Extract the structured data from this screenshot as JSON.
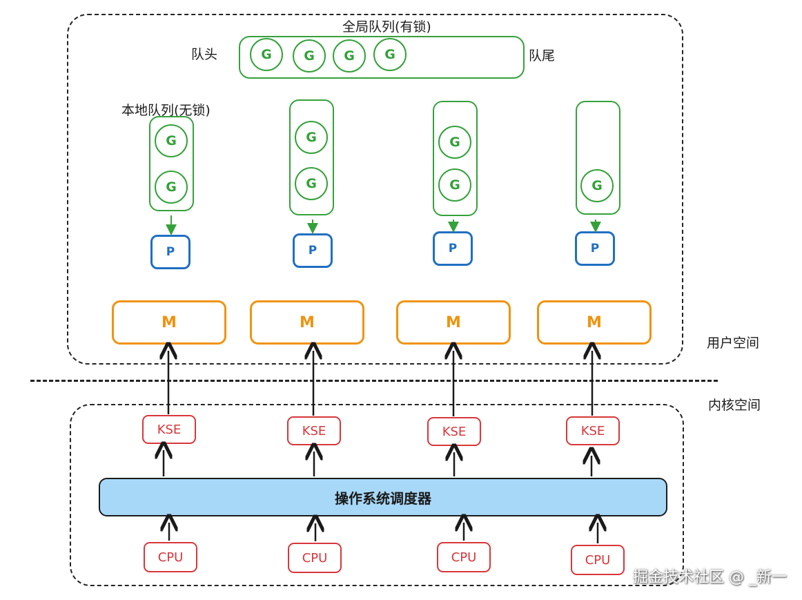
{
  "labels": {
    "global_queue": "全局队列(有锁)",
    "queue_head": "队头",
    "queue_tail": "队尾",
    "local_queue": "本地队列(无锁)",
    "user_space": "用户空间",
    "kernel_space": "内核空间",
    "scheduler": "操作系统调度器"
  },
  "global_queue": {
    "items": [
      "G",
      "G",
      "G",
      "G"
    ]
  },
  "local_queues": [
    {
      "items": [
        "G",
        "G"
      ]
    },
    {
      "items": [
        "G",
        "G"
      ]
    },
    {
      "items": [
        "G",
        "G"
      ]
    },
    {
      "items": [
        "G"
      ]
    }
  ],
  "processors": [
    "P",
    "P",
    "P",
    "P"
  ],
  "machines": [
    "M",
    "M",
    "M",
    "M"
  ],
  "kses": [
    "KSE",
    "KSE",
    "KSE",
    "KSE"
  ],
  "cpus": [
    "CPU",
    "CPU",
    "CPU",
    "CPU"
  ],
  "watermark": "掘金技术社区 @ _新一",
  "colors": {
    "goroutine": "#34a13a",
    "processor": "#1f6fc2",
    "machine": "#f0930e",
    "kernel": "#d8363a",
    "scheduler_fill": "#a8d8f8"
  }
}
